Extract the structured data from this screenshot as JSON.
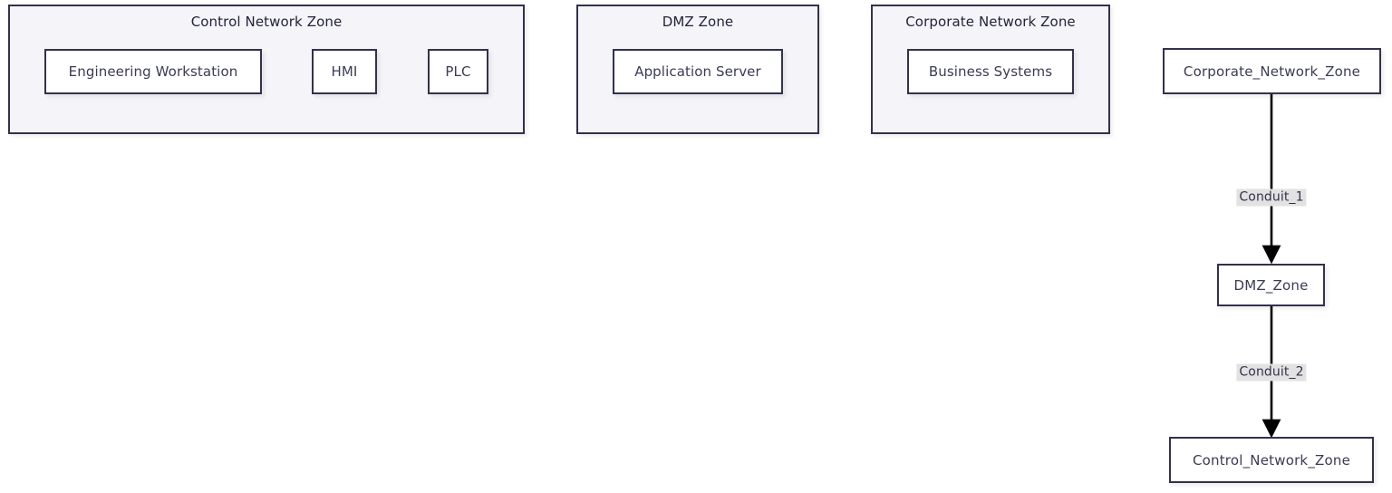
{
  "diagram": {
    "type": "network-zone-architecture",
    "colors": {
      "node_border": "#32324b",
      "node_fill": "#ffffff",
      "zone_fill": "#f4f4f9",
      "text": "#3b3b55",
      "edge_line": "#000000",
      "edge_label_bg": "#e2e2e2"
    },
    "zones": [
      {
        "id": "control-network-zone",
        "title": "Control Network Zone",
        "nodes": [
          {
            "id": "engineering-workstation",
            "label": "Engineering Workstation"
          },
          {
            "id": "hmi",
            "label": "HMI"
          },
          {
            "id": "plc",
            "label": "PLC"
          }
        ]
      },
      {
        "id": "dmz-zone",
        "title": "DMZ Zone",
        "nodes": [
          {
            "id": "application-server",
            "label": "Application Server"
          }
        ]
      },
      {
        "id": "corporate-network-zone",
        "title": "Corporate Network Zone",
        "nodes": [
          {
            "id": "business-systems",
            "label": "Business Systems"
          }
        ]
      }
    ],
    "flow": {
      "nodes": [
        {
          "id": "corporate-network-zone-node",
          "label": "Corporate_Network_Zone"
        },
        {
          "id": "dmz-zone-node",
          "label": "DMZ_Zone"
        },
        {
          "id": "control-network-zone-node",
          "label": "Control_Network_Zone"
        }
      ],
      "edges": [
        {
          "id": "conduit-1",
          "label": "Conduit_1",
          "from": "Corporate_Network_Zone",
          "to": "DMZ_Zone"
        },
        {
          "id": "conduit-2",
          "label": "Conduit_2",
          "from": "DMZ_Zone",
          "to": "Control_Network_Zone"
        }
      ]
    }
  }
}
